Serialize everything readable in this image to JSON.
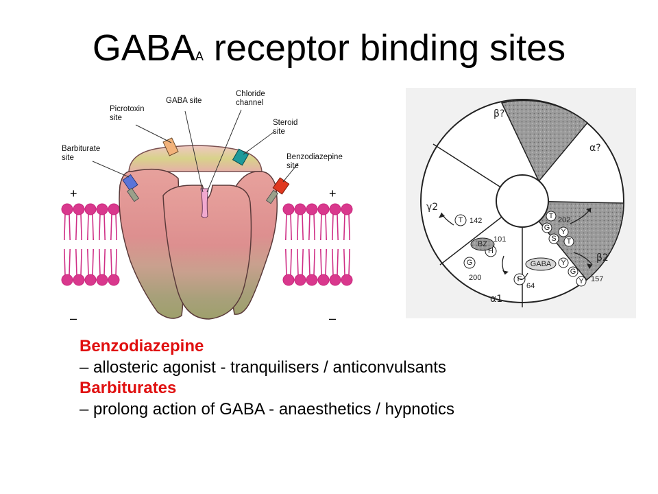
{
  "title": {
    "main": "GABA",
    "sub": "A",
    "rest": " receptor binding sites"
  },
  "left_diagram": {
    "labels": {
      "picrotoxin": [
        "Picrotoxin",
        "site"
      ],
      "gaba": [
        "GABA site"
      ],
      "chloride": [
        "Chloride",
        "channel"
      ],
      "steroid": [
        "Steroid",
        "site"
      ],
      "barbiturate": [
        "Barbiturate",
        "site"
      ],
      "benzodiazepine": [
        "Benzodiazepine",
        "site"
      ]
    },
    "charges": {
      "plus": "+",
      "minus": "–"
    }
  },
  "right_diagram": {
    "subunits": {
      "beta_q": "β?",
      "alpha_q": "α?",
      "gamma2": "γ2",
      "beta2": "β2",
      "alpha1": "α1"
    },
    "residues": [
      "T",
      "BZ",
      "H",
      "G",
      "GABA",
      "F",
      "T",
      "G",
      "S",
      "Y",
      "T",
      "Y",
      "G",
      "Y"
    ],
    "numbers": {
      "n142": "142",
      "n101": "101",
      "n200": "200",
      "n64": "64",
      "n202": "202",
      "n157": "157"
    }
  },
  "body": {
    "term1": "Benzodiazepine",
    "desc1": "– allosteric agonist - tranquilisers / anticonvulsants",
    "term2": "Barbiturates",
    "desc2": "– prolong action of GABA - anaesthetics / hypnotics"
  }
}
